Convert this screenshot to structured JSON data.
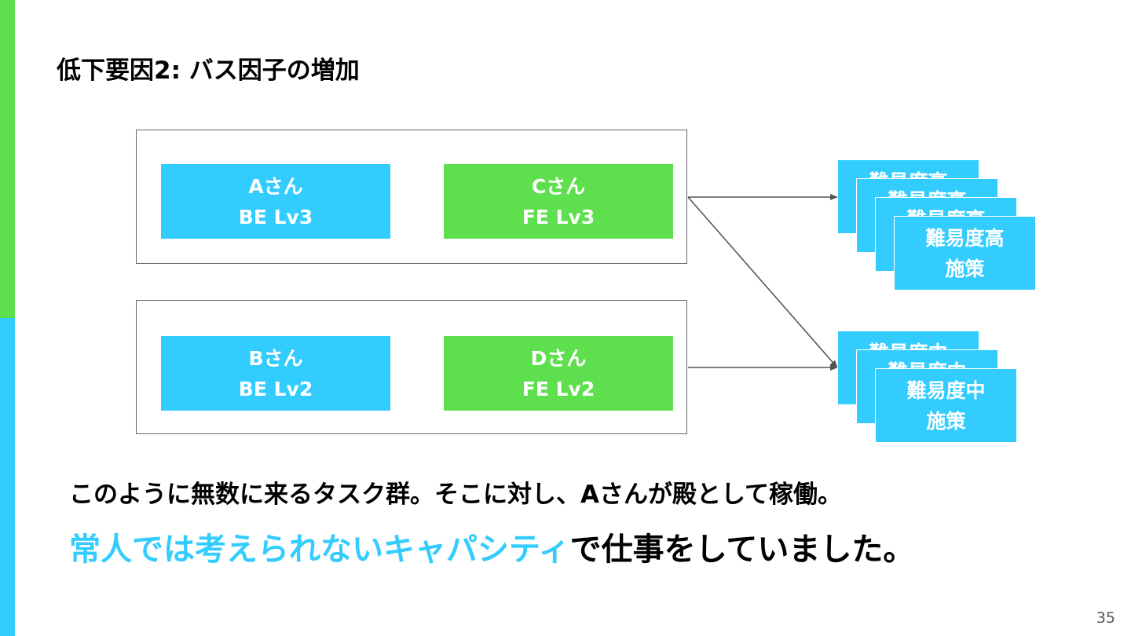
{
  "slide": {
    "title": "低下要因2: バス因子の増加",
    "page_number": "35",
    "accent_colors": {
      "green": "#5ee04e",
      "blue": "#33ccff"
    }
  },
  "teams": [
    {
      "members": [
        {
          "name": "Aさん",
          "level": "BE Lv3"
        },
        {
          "name": "Cさん",
          "level": "FE Lv3"
        }
      ]
    },
    {
      "members": [
        {
          "name": "Bさん",
          "level": "BE Lv2"
        },
        {
          "name": "Dさん",
          "level": "FE Lv2"
        }
      ]
    }
  ],
  "task_stacks": {
    "high": {
      "line1": "難易度高",
      "line2": "施策",
      "count": 4
    },
    "mid": {
      "line1": "難易度中",
      "line2": "施策",
      "count": 3
    }
  },
  "text": {
    "body": "このように無数に来るタスク群。そこに対し、Aさんが殿として稼働。",
    "highlight_accent": "常人では考えられないキャパシティ",
    "highlight_rest": "で仕事をしていました。"
  }
}
